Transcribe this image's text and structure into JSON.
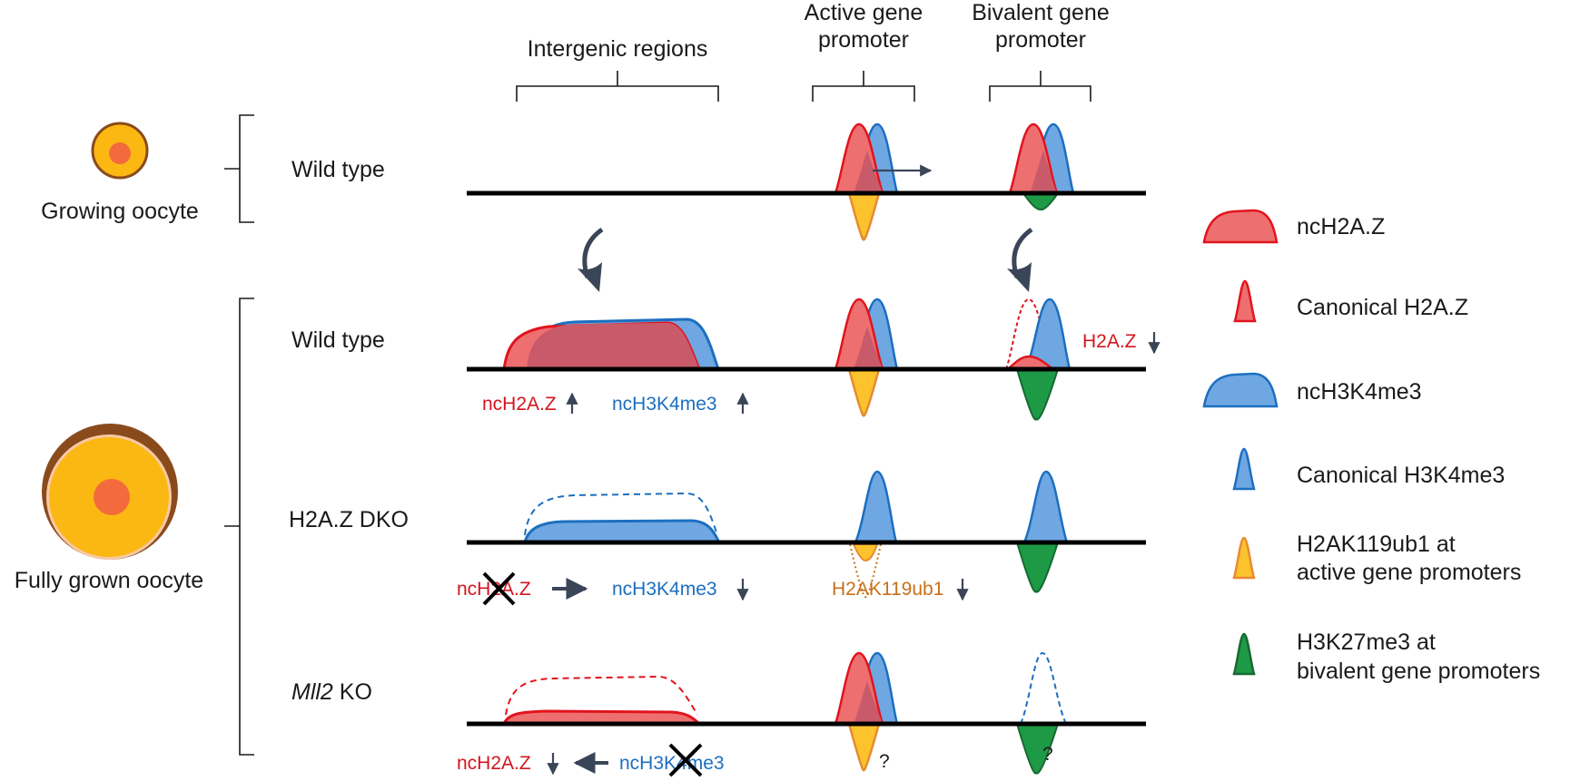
{
  "headers": {
    "intergenic": "Intergenic regions",
    "active_line1": "Active gene",
    "active_line2": "promoter",
    "bivalent_line1": "Bivalent gene",
    "bivalent_line2": "promoter"
  },
  "stages": {
    "growing": "Growing oocyte",
    "fully_grown": "Fully grown oocyte"
  },
  "rows": {
    "wt1": "Wild type",
    "wt2": "Wild type",
    "dko": "H2A.Z DKO",
    "mll2_gene": "Mll2",
    "mll2_rest": " KO"
  },
  "annotations": {
    "wt2_nch2az": "ncH2A.Z",
    "wt2_nch3k4me3": "ncH3K4me3",
    "wt2_h2az": "H2A.Z",
    "dko_nch2az": "ncH2A.Z",
    "dko_nch3k4me3": "ncH3K4me3",
    "dko_h2ak119ub1": "H2AK119ub1",
    "ko_nch2az": "ncH2A.Z",
    "ko_nch3k4me3": "ncH3K4me3",
    "ko_q_active": "?",
    "ko_q_bivalent": "?"
  },
  "legend": {
    "nch2az": "ncH2A.Z",
    "can_h2az": "Canonical H2A.Z",
    "nch3k4me3": "ncH3K4me3",
    "can_h3k4me3": "Canonical H3K4me3",
    "h2ak119_l1": "H2AK119ub1 at",
    "h2ak119_l2": "active gene promoters",
    "h3k27_l1": "H3K27me3 at",
    "h3k27_l2": "bivalent gene promoters"
  },
  "colors": {
    "h2az_fill": "#ee6f6f",
    "h2az_stroke": "#e1141e",
    "h3k4_fill": "#6fa7e2",
    "h3k4_stroke": "#1c6fc0",
    "overlap_fill": "#c85a6a",
    "ub1_fill": "#fcc32d",
    "ub1_stroke": "#e88b30",
    "k27_fill": "#1e9a46",
    "k27_stroke": "#166a32",
    "arrow": "#3a4658",
    "dna": "#000000",
    "red_text": "#d4161e",
    "blue_text": "#1c6fc0",
    "orange_text": "#c6701a",
    "oocyte_fill": "#fbb813",
    "oocyte_ring": "#8a4b1c",
    "nucleus": "#f36b3d"
  }
}
